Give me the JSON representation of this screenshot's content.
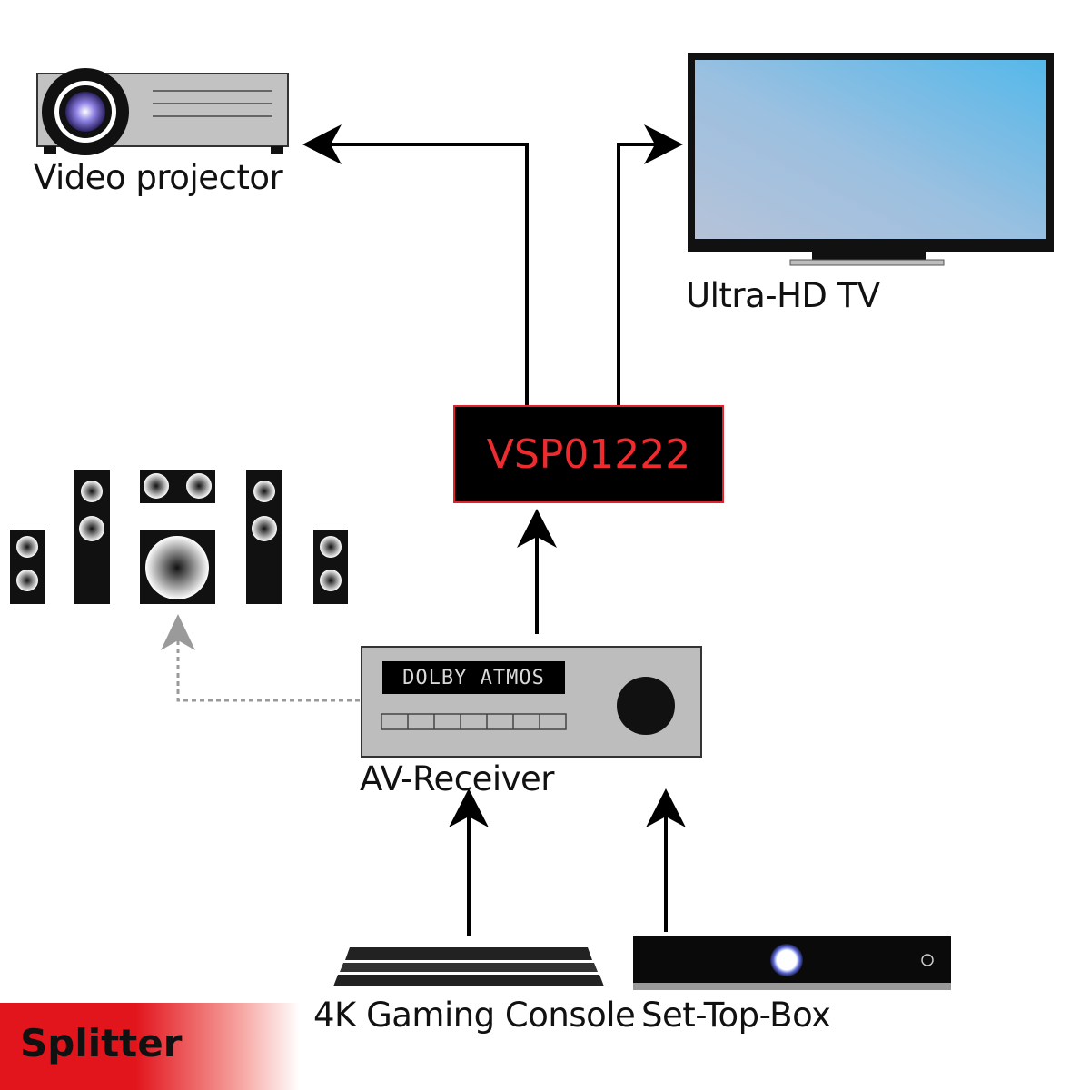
{
  "devices": {
    "projector": {
      "label": "Video projector"
    },
    "tv": {
      "label": "Ultra-HD TV"
    },
    "splitter": {
      "model": "VSP01222"
    },
    "receiver": {
      "label": "AV-Receiver",
      "display_text": "DOLBY ATMOS"
    },
    "console": {
      "label": "4K Gaming Console"
    },
    "settopbox": {
      "label": "Set-Top-Box"
    }
  },
  "banner": {
    "text": "Splitter"
  },
  "colors": {
    "accent_red": "#e2232b",
    "tv_screen_top": "#5ab8e8",
    "tv_screen_bottom": "#b4c4dc",
    "device_gray": "#bdbdbd",
    "dotted_arrow": "#9a9a9a",
    "stb_ring": "#5a6ad8"
  }
}
